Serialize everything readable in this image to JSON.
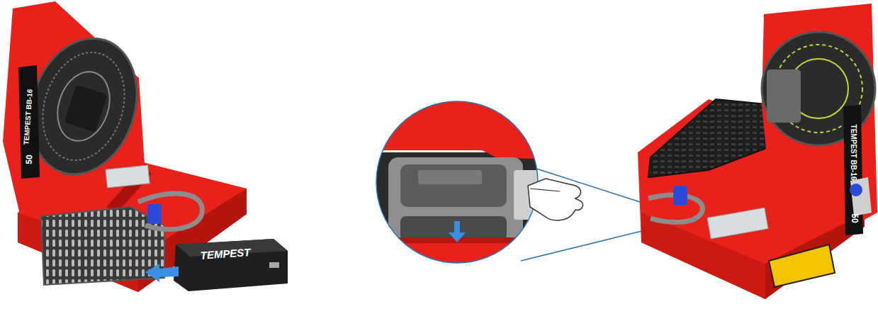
{
  "diagram": {
    "labels": [
      "TEMPEST BB-16",
      "50",
      "TEMPEST",
      "TEMPEST BB-16",
      "50"
    ]
  }
}
